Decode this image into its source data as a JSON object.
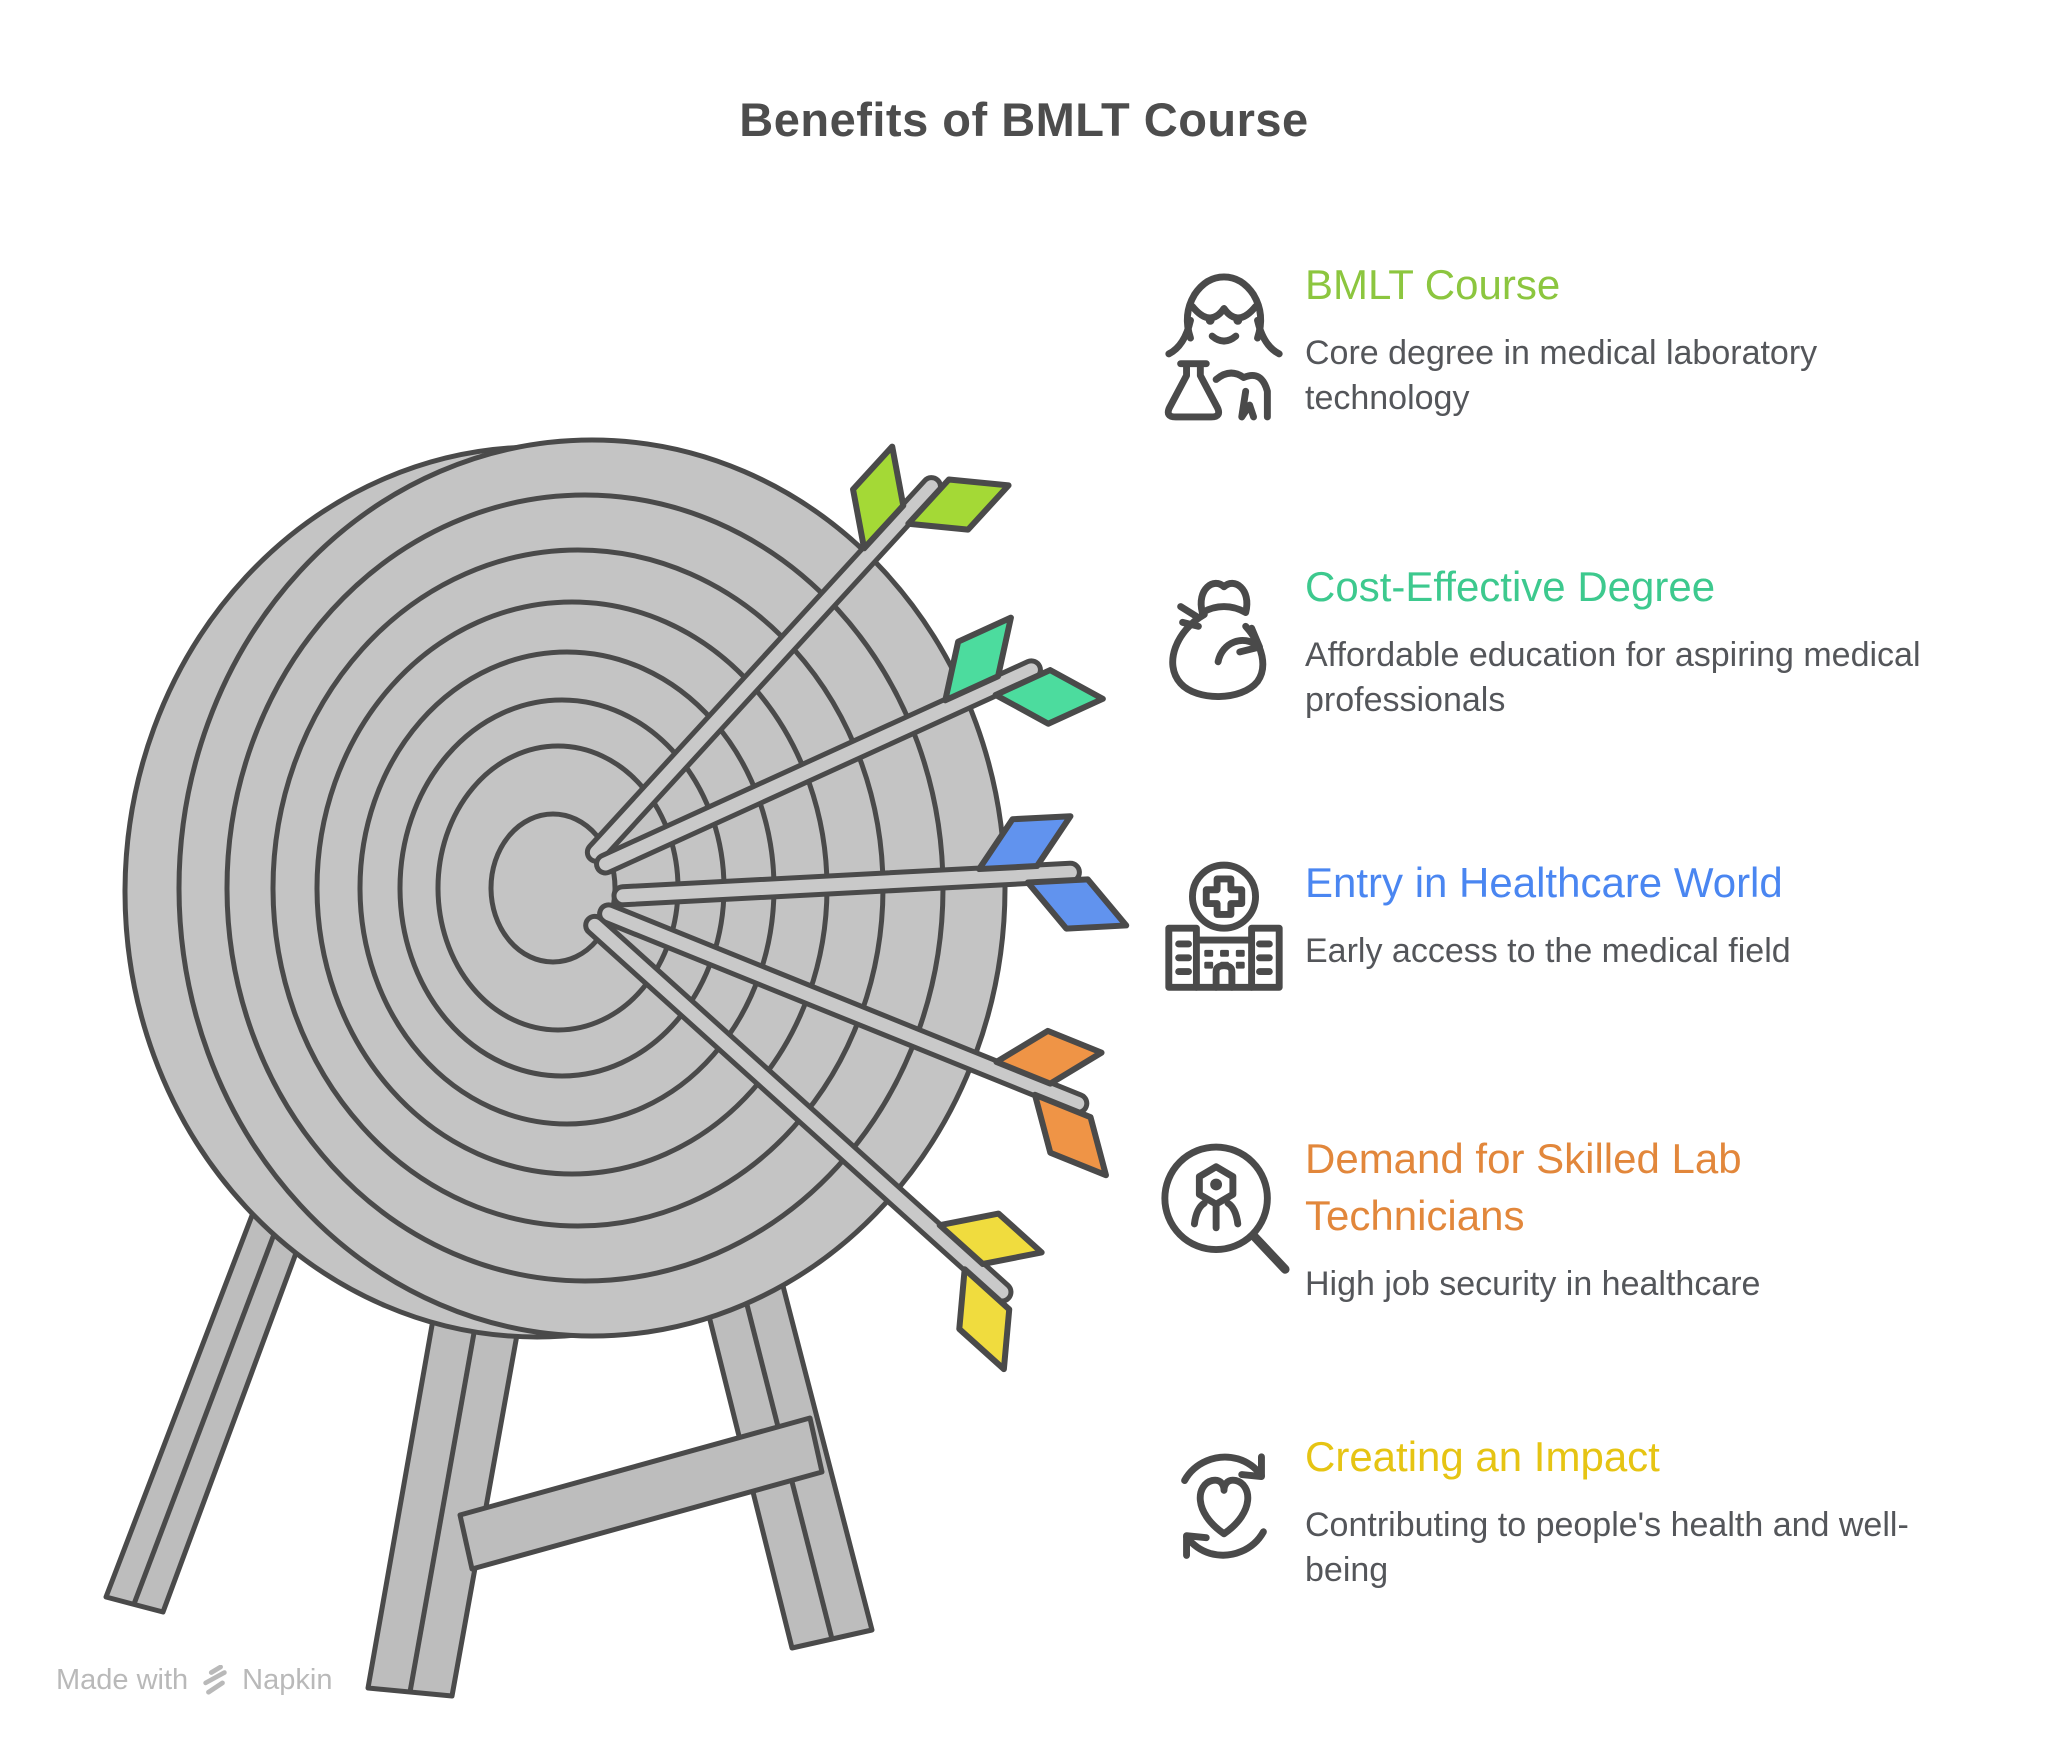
{
  "title": "Benefits of BMLT Course",
  "items": [
    {
      "label": "BMLT Course",
      "description": "Core degree in medical laboratory technology",
      "color": "#8cc63f",
      "icon": "scientist-flask-icon"
    },
    {
      "label": "Cost-Effective Degree",
      "description": "Affordable education for aspiring medical professionals",
      "color": "#3dc98e",
      "icon": "money-bag-icon"
    },
    {
      "label": "Entry in Healthcare World",
      "description": "Early access to the medical field",
      "color": "#4a86f1",
      "icon": "hospital-building-icon"
    },
    {
      "label": "Demand for Skilled Lab Technicians",
      "description": "High job security in healthcare",
      "color": "#e2873b",
      "icon": "magnifier-person-icon"
    },
    {
      "label": "Creating an Impact",
      "description": "Contributing to people's health and well-being",
      "color": "#e6c413",
      "icon": "heart-cycle-icon"
    }
  ],
  "illustration": {
    "type": "target-with-five-arrows",
    "board_color": "#c4c4c4",
    "outline_color": "#4a4a4a",
    "arrow_colors": [
      "#a4d936",
      "#4cdc9e",
      "#6193ee",
      "#ef9446",
      "#f0dc3e"
    ]
  },
  "footer": {
    "made_with": "Made with",
    "brand": "Napkin"
  }
}
